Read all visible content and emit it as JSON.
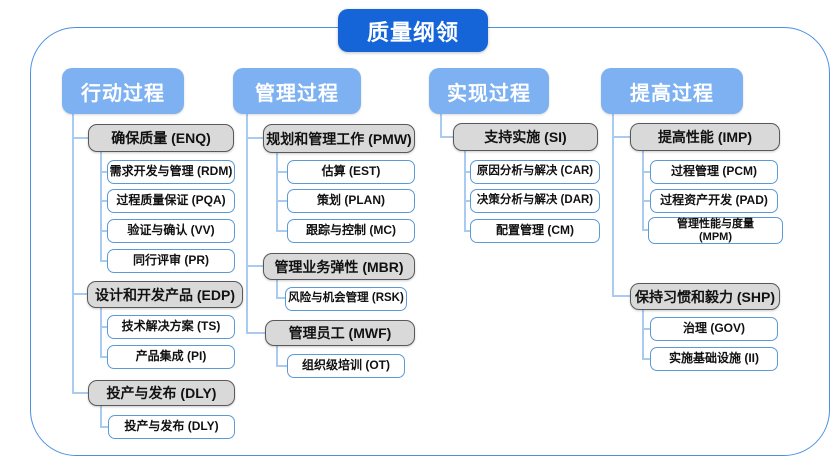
{
  "title": "质量纲领",
  "colors": {
    "title_blue": "#1565D8",
    "header_blue": "#7EB1F2",
    "container_border": "#4A90E2",
    "connector_blue": "#A9CBF2",
    "node_border_blue": "#5B9BD5",
    "node_gray_fill": "#D9D9D9",
    "node_gray_border": "#595959"
  },
  "columns": [
    {
      "header": "行动过程",
      "groups": [
        {
          "label": "确保质量 (ENQ)",
          "children": [
            "需求开发与管理 (RDM)",
            "过程质量保证 (PQA)",
            "验证与确认 (VV)",
            "同行评审 (PR)"
          ]
        },
        {
          "label": "设计和开发产品 (EDP)",
          "children": [
            "技术解决方案 (TS)",
            "产品集成 (PI)"
          ]
        },
        {
          "label": "投产与发布 (DLY)",
          "children": [
            "投产与发布 (DLY)"
          ]
        }
      ]
    },
    {
      "header": "管理过程",
      "groups": [
        {
          "label": "规划和管理工作 (PMW)",
          "children": [
            "估算 (EST)",
            "策划 (PLAN)",
            "跟踪与控制 (MC)"
          ]
        },
        {
          "label": "管理业务弹性 (MBR)",
          "children": [
            "风险与机会管理 (RSK)"
          ]
        },
        {
          "label": "管理员工 (MWF)",
          "children": [
            "组织级培训 (OT)"
          ]
        }
      ]
    },
    {
      "header": "实现过程",
      "groups": [
        {
          "label": "支持实施 (SI)",
          "children": [
            "原因分析与解决 (CAR)",
            "决策分析与解决 (DAR)",
            "配置管理 (CM)"
          ]
        }
      ]
    },
    {
      "header": "提高过程",
      "groups": [
        {
          "label": "提高性能 (IMP)",
          "children": [
            "过程管理 (PCM)",
            "过程资产开发 (PAD)",
            "管理性能与度量 (MPM)"
          ]
        },
        {
          "label": "保持习惯和毅力 (SHP)",
          "children": [
            "治理 (GOV)",
            "实施基础设施 (II)"
          ]
        }
      ]
    }
  ]
}
